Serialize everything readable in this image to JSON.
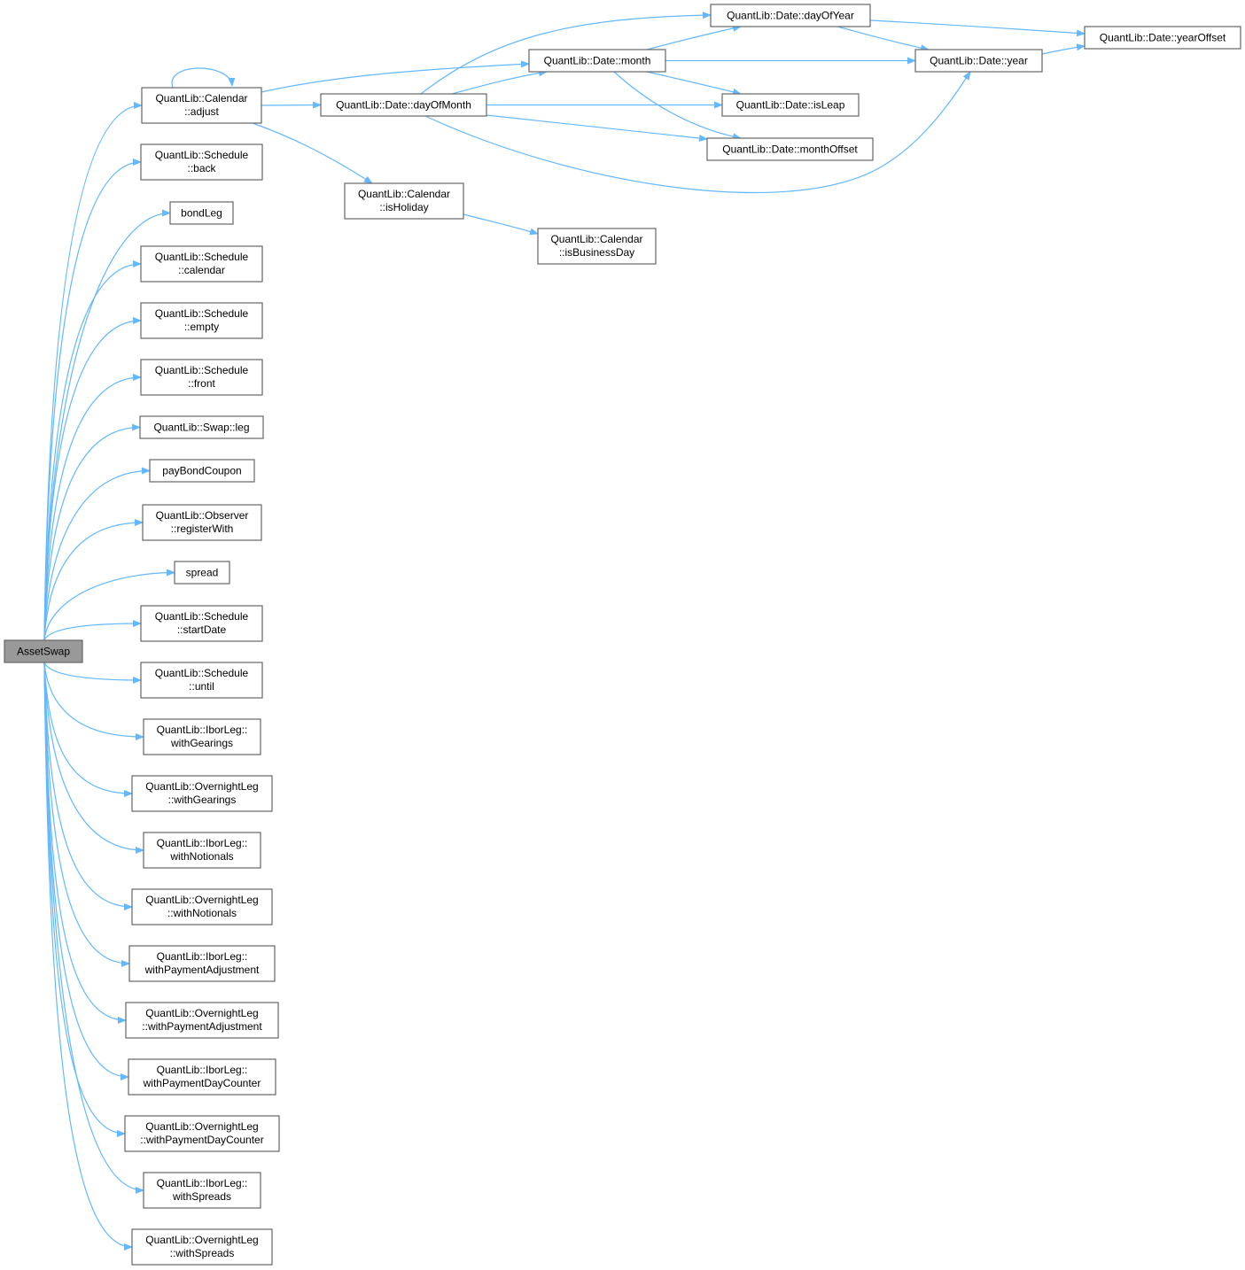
{
  "graph": {
    "edge_color": "#63b8ff",
    "root_fill": "#999999",
    "nodes": {
      "assetswap": [
        "AssetSwap"
      ],
      "adjust": [
        "QuantLib::Calendar",
        "::adjust"
      ],
      "back": [
        "QuantLib::Schedule",
        "::back"
      ],
      "bondleg": [
        "bondLeg"
      ],
      "calendar": [
        "QuantLib::Schedule",
        "::calendar"
      ],
      "empty": [
        "QuantLib::Schedule",
        "::empty"
      ],
      "front": [
        "QuantLib::Schedule",
        "::front"
      ],
      "leg": [
        "QuantLib::Swap::leg"
      ],
      "paybondcoupon": [
        "payBondCoupon"
      ],
      "registerwith": [
        "QuantLib::Observer",
        "::registerWith"
      ],
      "spread": [
        "spread"
      ],
      "startdate": [
        "QuantLib::Schedule",
        "::startDate"
      ],
      "until": [
        "QuantLib::Schedule",
        "::until"
      ],
      "ibor-gearings": [
        "QuantLib::IborLeg::",
        "withGearings"
      ],
      "on-gearings": [
        "QuantLib::OvernightLeg",
        "::withGearings"
      ],
      "ibor-notionals": [
        "QuantLib::IborLeg::",
        "withNotionals"
      ],
      "on-notionals": [
        "QuantLib::OvernightLeg",
        "::withNotionals"
      ],
      "ibor-payadj": [
        "QuantLib::IborLeg::",
        "withPaymentAdjustment"
      ],
      "on-payadj": [
        "QuantLib::OvernightLeg",
        "::withPaymentAdjustment"
      ],
      "ibor-paydc": [
        "QuantLib::IborLeg::",
        "withPaymentDayCounter"
      ],
      "on-paydc": [
        "QuantLib::OvernightLeg",
        "::withPaymentDayCounter"
      ],
      "ibor-spreads": [
        "QuantLib::IborLeg::",
        "withSpreads"
      ],
      "on-spreads": [
        "QuantLib::OvernightLeg",
        "::withSpreads"
      ],
      "dayofmonth": [
        "QuantLib::Date::dayOfMonth"
      ],
      "isholiday": [
        "QuantLib::Calendar",
        "::isHoliday"
      ],
      "isbusinessday": [
        "QuantLib::Calendar",
        "::isBusinessDay"
      ],
      "month": [
        "QuantLib::Date::month"
      ],
      "dayofyear": [
        "QuantLib::Date::dayOfYear"
      ],
      "isleap": [
        "QuantLib::Date::isLeap"
      ],
      "monthoffset": [
        "QuantLib::Date::monthOffset"
      ],
      "year": [
        "QuantLib::Date::year"
      ],
      "yearoffset": [
        "QuantLib::Date::yearOffset"
      ]
    },
    "edges": [
      [
        "assetswap",
        "adjust"
      ],
      [
        "assetswap",
        "back"
      ],
      [
        "assetswap",
        "bondleg"
      ],
      [
        "assetswap",
        "calendar"
      ],
      [
        "assetswap",
        "empty"
      ],
      [
        "assetswap",
        "front"
      ],
      [
        "assetswap",
        "leg"
      ],
      [
        "assetswap",
        "paybondcoupon"
      ],
      [
        "assetswap",
        "registerwith"
      ],
      [
        "assetswap",
        "spread"
      ],
      [
        "assetswap",
        "startdate"
      ],
      [
        "assetswap",
        "until"
      ],
      [
        "assetswap",
        "ibor-gearings"
      ],
      [
        "assetswap",
        "on-gearings"
      ],
      [
        "assetswap",
        "ibor-notionals"
      ],
      [
        "assetswap",
        "on-notionals"
      ],
      [
        "assetswap",
        "ibor-payadj"
      ],
      [
        "assetswap",
        "on-payadj"
      ],
      [
        "assetswap",
        "ibor-paydc"
      ],
      [
        "assetswap",
        "on-paydc"
      ],
      [
        "assetswap",
        "ibor-spreads"
      ],
      [
        "assetswap",
        "on-spreads"
      ],
      [
        "adjust",
        "adjust"
      ],
      [
        "adjust",
        "month"
      ],
      [
        "adjust",
        "dayofmonth"
      ],
      [
        "adjust",
        "isholiday"
      ],
      [
        "dayofmonth",
        "dayofyear"
      ],
      [
        "dayofmonth",
        "month"
      ],
      [
        "dayofmonth",
        "isleap"
      ],
      [
        "dayofmonth",
        "monthoffset"
      ],
      [
        "dayofmonth",
        "year"
      ],
      [
        "month",
        "dayofyear"
      ],
      [
        "month",
        "year"
      ],
      [
        "month",
        "isleap"
      ],
      [
        "month",
        "monthoffset"
      ],
      [
        "dayofyear",
        "yearoffset"
      ],
      [
        "dayofyear",
        "year"
      ],
      [
        "year",
        "yearoffset"
      ],
      [
        "isholiday",
        "isbusinessday"
      ]
    ]
  }
}
